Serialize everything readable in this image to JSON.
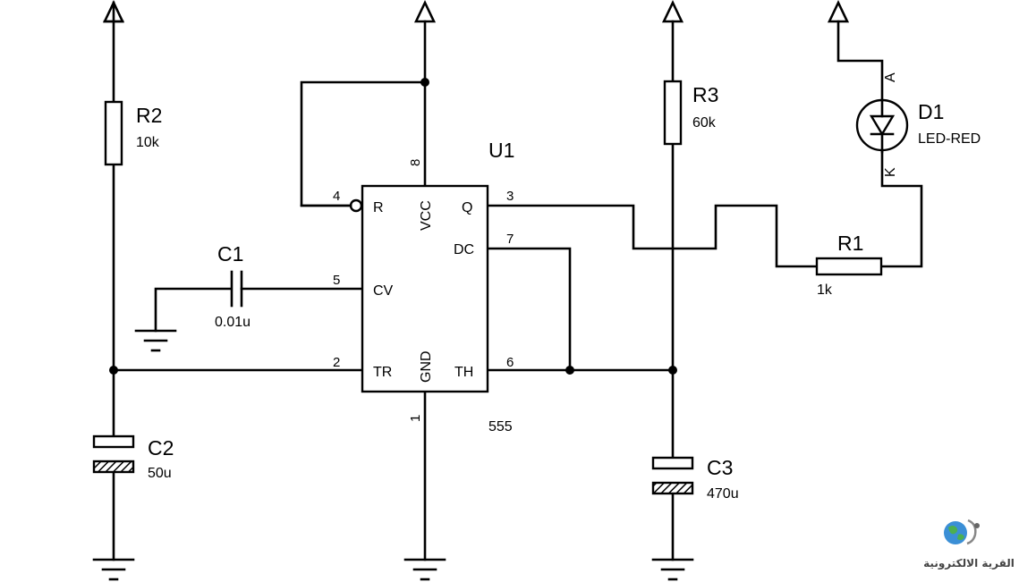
{
  "components": {
    "r2": {
      "ref": "R2",
      "value": "10k"
    },
    "r3": {
      "ref": "R3",
      "value": "60k"
    },
    "r1": {
      "ref": "R1",
      "value": "1k"
    },
    "c1": {
      "ref": "C1",
      "value": "0.01u"
    },
    "c2": {
      "ref": "C2",
      "value": "50u"
    },
    "c3": {
      "ref": "C3",
      "value": "470u"
    },
    "d1": {
      "ref": "D1",
      "value": "LED-RED",
      "anode": "A",
      "cathode": "K"
    },
    "u1": {
      "ref": "U1",
      "value": "555"
    }
  },
  "u1_pins": {
    "reset": {
      "num": "4",
      "name": "R"
    },
    "cv": {
      "num": "5",
      "name": "CV"
    },
    "tr": {
      "num": "2",
      "name": "TR"
    },
    "vcc": {
      "num": "8",
      "name": "VCC"
    },
    "gnd": {
      "num": "1",
      "name": "GND"
    },
    "q": {
      "num": "3",
      "name": "Q"
    },
    "dc": {
      "num": "7",
      "name": "DC"
    },
    "th": {
      "num": "6",
      "name": "TH"
    }
  },
  "watermark": {
    "text": "القرية الالكترونية",
    "icon": "globe-icon"
  }
}
